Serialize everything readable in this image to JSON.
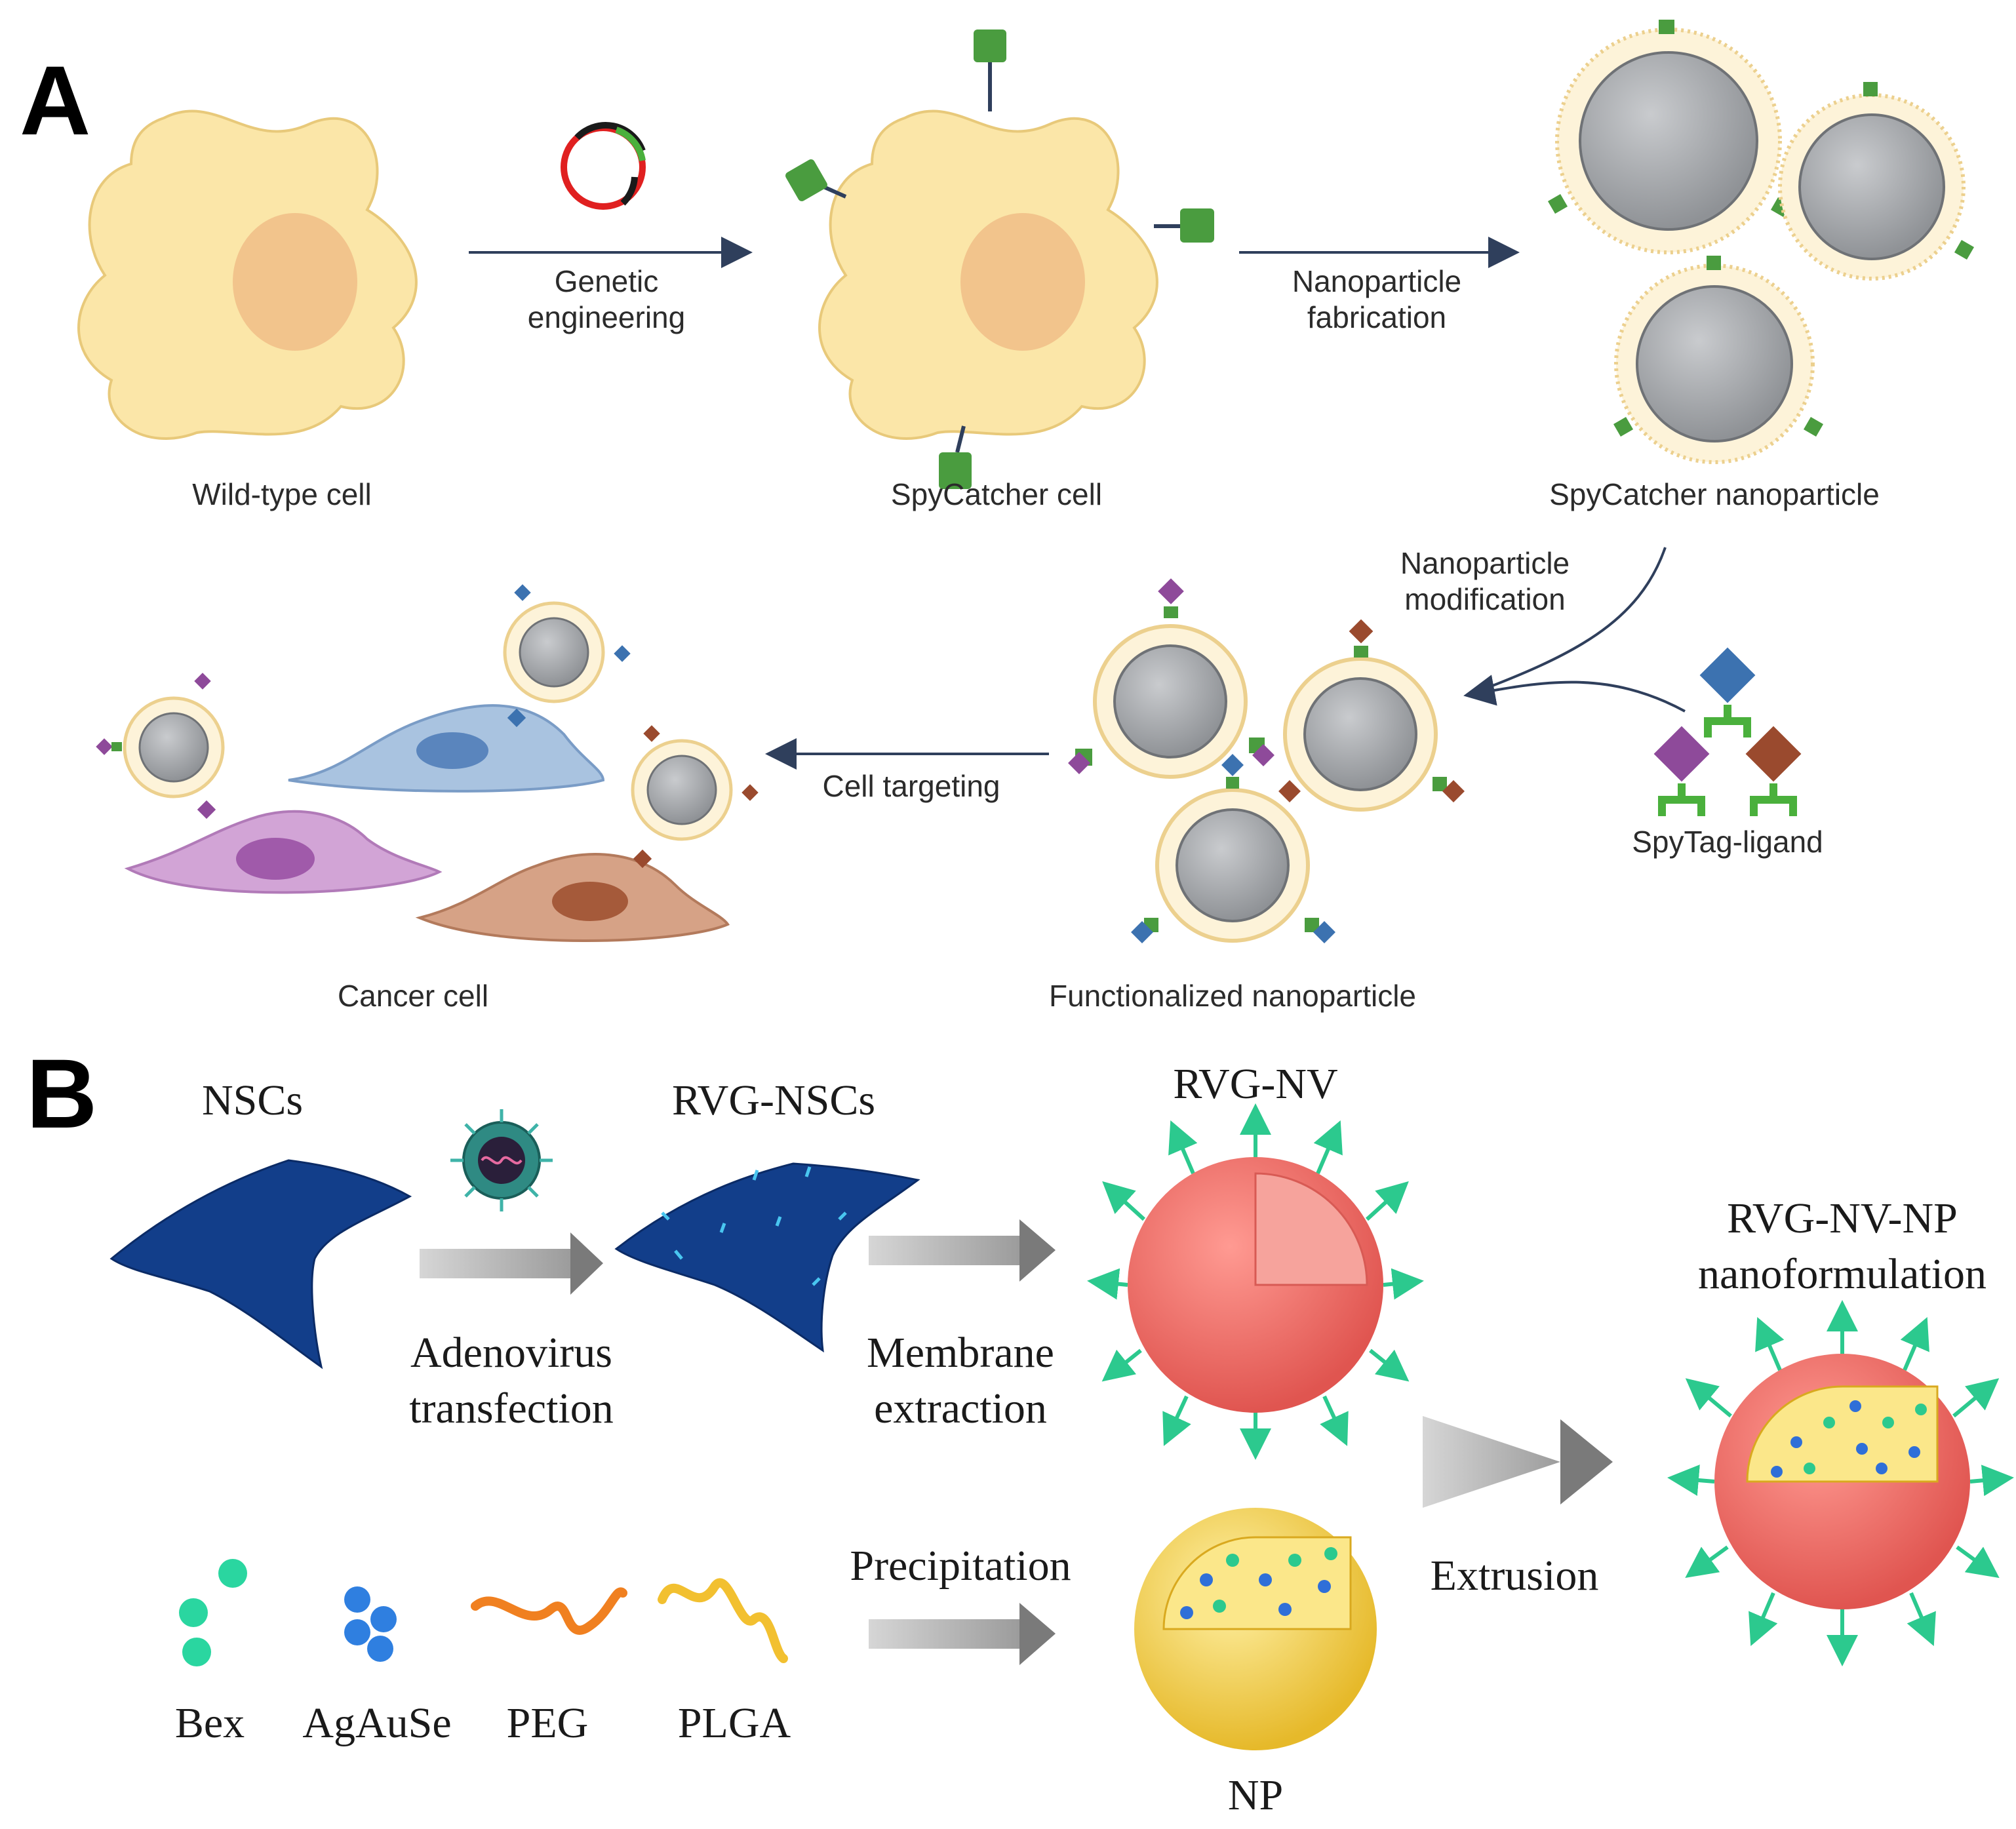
{
  "panels": {
    "a": {
      "letter": "A",
      "labels": {
        "wild_type_cell": "Wild-type cell",
        "spycatcher_cell": "SpyCatcher cell",
        "spycatcher_nanoparticle": "SpyCatcher nanoparticle",
        "genetic_engineering_1": "Genetic",
        "genetic_engineering_2": "engineering",
        "nanoparticle_fabrication_1": "Nanoparticle",
        "nanoparticle_fabrication_2": "fabrication",
        "nanoparticle_modification_1": "Nanoparticle",
        "nanoparticle_modification_2": "modification",
        "spytag_ligand": "SpyTag-ligand",
        "functionalized_nanoparticle": "Functionalized nanoparticle",
        "cell_targeting": "Cell targeting",
        "cancer_cell": "Cancer cell"
      }
    },
    "b": {
      "letter": "B",
      "labels": {
        "nscs": "NSCs",
        "rvg_nscs": "RVG-NSCs",
        "rvg_nv": "RVG-NV",
        "adenovirus_1": "Adenovirus",
        "adenovirus_2": "transfection",
        "membrane_1": "Membrane",
        "membrane_2": "extraction",
        "rvg_nv_np_1": "RVG-NV-NP",
        "rvg_nv_np_2": "nanoformulation",
        "bex": "Bex",
        "agause": "AgAuSe",
        "peg": "PEG",
        "plga": "PLGA",
        "precipitation": "Precipitation",
        "extrusion": "Extrusion",
        "np": "NP"
      }
    }
  },
  "colors": {
    "cell_fill": "#fbe6a8",
    "cell_stroke": "#e8c97a",
    "nucleus": "#f2c48c",
    "spycatcher_green": "#4a9c3f",
    "arrow": "#2f3f5c",
    "np_core": "#a9acb0",
    "np_shell": "#fdf3d9",
    "purple_ligand": "#8e4a9a",
    "brown_ligand": "#9a4a2e",
    "blue_ligand": "#3c72b0",
    "blue_cell": "#a9c3e0",
    "purple_cell": "#d2a4d6",
    "brown_cell": "#d6a286",
    "nsc_blue": "#123e8a",
    "rvg_green": "#2cc98e",
    "membrane_red": "#f2716a",
    "np_yellow": "#f7d548",
    "gray_arrow": "#8a8a8a"
  }
}
